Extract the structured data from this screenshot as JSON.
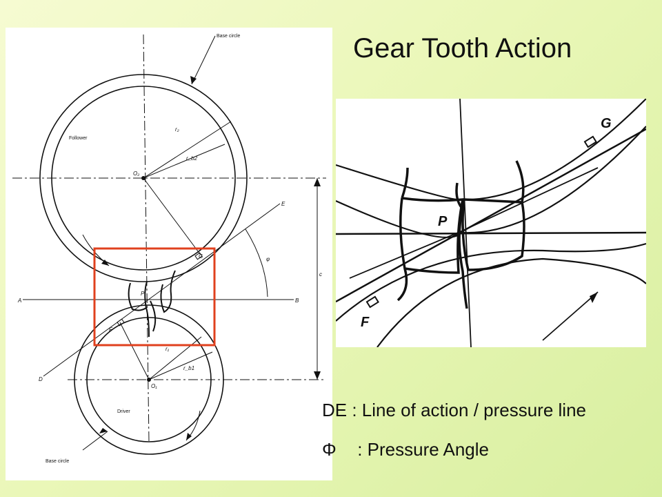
{
  "slide": {
    "title": "Gear Tooth Action"
  },
  "legend": [
    {
      "symbol": "DE",
      "separator": " : ",
      "text": "Line of action / pressure line"
    },
    {
      "symbol": "Φ",
      "separator": " : ",
      "text": "Pressure Angle"
    }
  ],
  "diagram": {
    "labels": {
      "base_circle_top": "Base circle",
      "base_circle_bottom": "Base circle",
      "follower": "Follower",
      "driver": "Driver",
      "o2": "O₂",
      "o1": "O₁",
      "r2": "r₂",
      "rb2": "r_b2",
      "r1": "r₁",
      "rb1": "r_b1",
      "a": "A",
      "b": "B",
      "d": "D",
      "e": "E",
      "f": "F",
      "g": "G",
      "p": "P",
      "phi": "φ",
      "c": "c"
    },
    "highlight_color": "#e0401e"
  },
  "zoom": {
    "labels": {
      "g": "G",
      "f": "F",
      "p": "P"
    }
  }
}
